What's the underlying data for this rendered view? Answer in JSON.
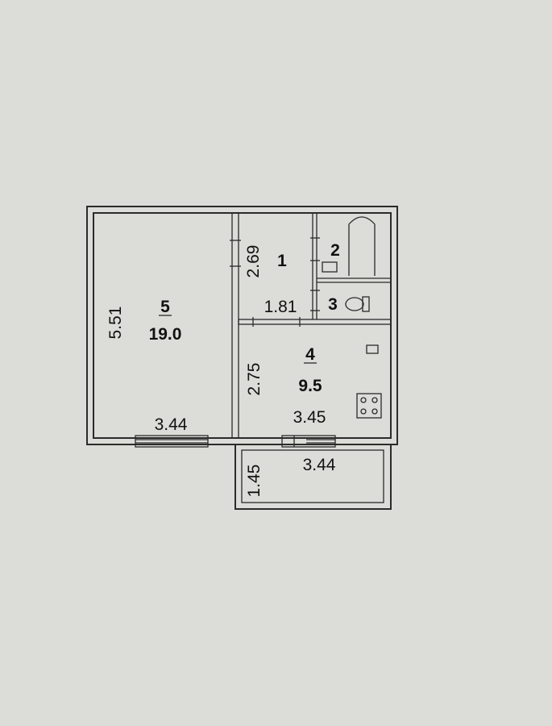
{
  "plan": {
    "rooms": [
      {
        "number": "5",
        "area": "19.0",
        "width": "3.44",
        "length": "5.51"
      },
      {
        "number": "1",
        "width": "1.81",
        "length": "2.69"
      },
      {
        "number": "2"
      },
      {
        "number": "3"
      },
      {
        "number": "4",
        "area": "9.5",
        "width": "3.45",
        "length": "2.75"
      }
    ],
    "balcony": {
      "width": "3.44",
      "depth": "1.45"
    }
  }
}
